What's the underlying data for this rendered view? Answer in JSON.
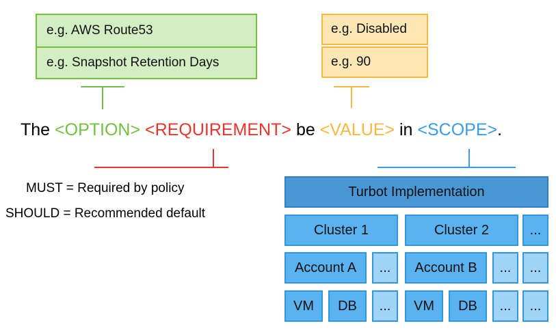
{
  "top_boxes": {
    "option_example_1": "e.g. AWS Route53",
    "option_example_2": "e.g. Snapshot Retention Days",
    "value_example_1": "e.g. Disabled",
    "value_example_2": "e.g. 90"
  },
  "sentence": {
    "the": "The",
    "option": "<OPTION>",
    "requirement": "<REQUIREMENT>",
    "be": "be",
    "value": "<VALUE>",
    "in": "in",
    "scope": "<SCOPE>",
    "period": "."
  },
  "legend": {
    "must": "MUST = Required by policy",
    "should": "SHOULD = Recommended default"
  },
  "scope_tree": {
    "root": "Turbot Implementation",
    "cluster_1": "Cluster 1",
    "cluster_2": "Cluster 2",
    "cluster_more": "...",
    "account_a": "Account A",
    "account_a_more": "...",
    "account_b": "Account B",
    "account_b_more_1": "...",
    "account_b_more_2": "...",
    "account_more": "...",
    "vm_a": "VM",
    "db_a": "DB",
    "res_a_more": "...",
    "vm_b": "VM",
    "db_b": "DB",
    "res_b_more_1": "...",
    "res_b_more_2": "...",
    "res_more": "..."
  },
  "colors": {
    "option": "#74c043",
    "requirement": "#e8352e",
    "value": "#f5b942",
    "scope": "#3a9be6"
  }
}
